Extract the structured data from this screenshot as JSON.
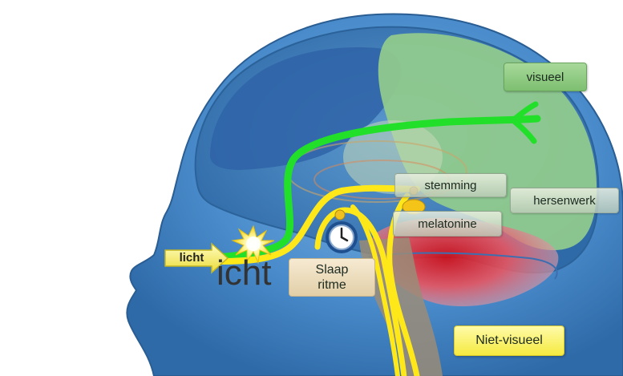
{
  "diagram": {
    "light_arrow_label": "licht",
    "big_text": "icht",
    "labels": {
      "visual": "visueel",
      "mood": "stemming",
      "brain_work": "hersenwerk",
      "melatonin": "melatonine",
      "sleep_rhythm_line1": "Slaap",
      "sleep_rhythm_line2": "ritme",
      "non_visual": "Niet-visueel"
    }
  },
  "colors": {
    "visual_pathway": "#22e02a",
    "non_visual_pathway": "#ffe81a",
    "head": "#3f82c2",
    "brain": "#3c7ab8",
    "visual_cortex": "#8fca8a",
    "hypothalamus_glow": "#e11d1d"
  }
}
